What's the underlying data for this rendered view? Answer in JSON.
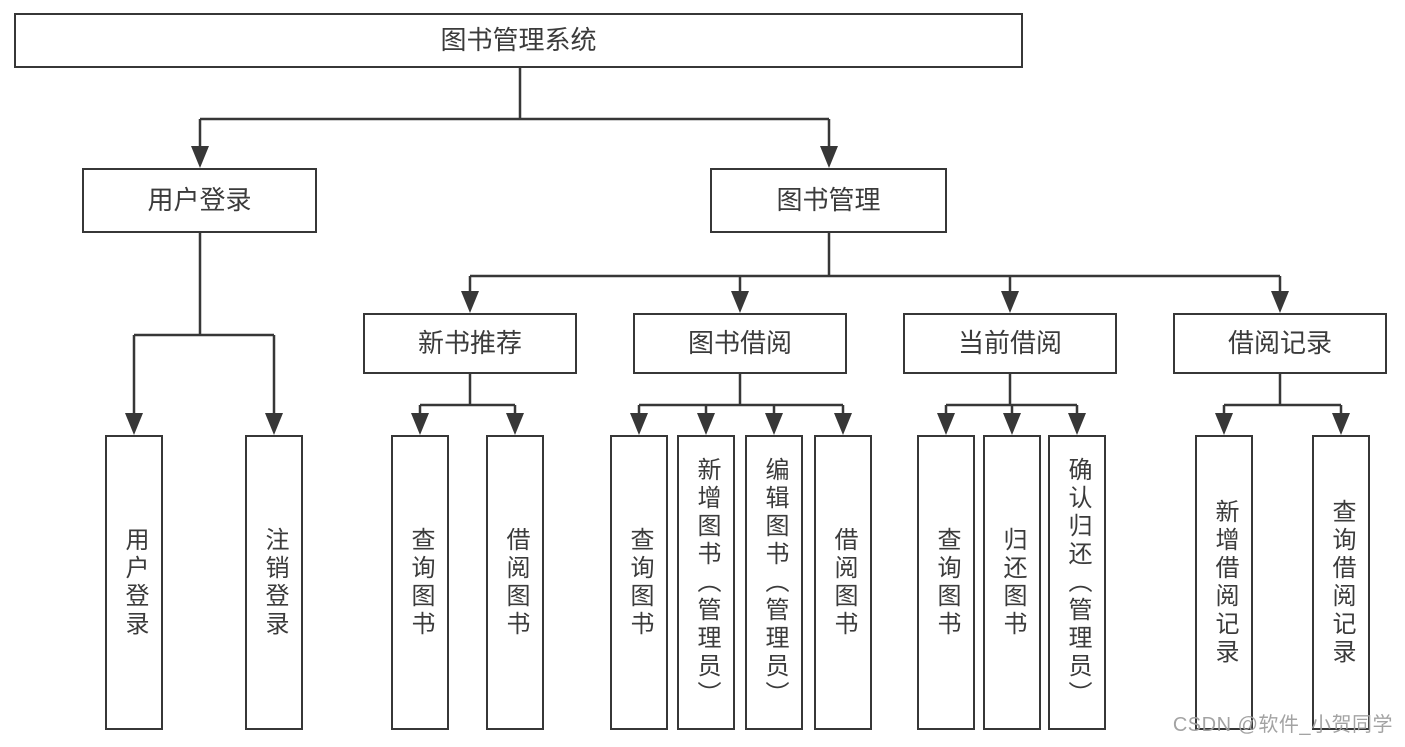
{
  "diagram_title": "图书管理系统",
  "tree": {
    "label": "图书管理系统",
    "children": [
      {
        "label": "用户登录",
        "children": [
          {
            "label": "用户登录"
          },
          {
            "label": "注销登录"
          }
        ]
      },
      {
        "label": "图书管理",
        "children": [
          {
            "label": "新书推荐",
            "children": [
              {
                "label": "查询图书"
              },
              {
                "label": "借阅图书"
              }
            ]
          },
          {
            "label": "图书借阅",
            "children": [
              {
                "label": "查询图书"
              },
              {
                "label": "新增图书（管理员）"
              },
              {
                "label": "编辑图书（管理员）"
              },
              {
                "label": "借阅图书"
              }
            ]
          },
          {
            "label": "当前借阅",
            "children": [
              {
                "label": "查询图书"
              },
              {
                "label": "归还图书"
              },
              {
                "label": "确认归还（管理员）"
              }
            ]
          },
          {
            "label": "借阅记录",
            "children": [
              {
                "label": "新增借阅记录"
              },
              {
                "label": "查询借阅记录"
              }
            ]
          }
        ]
      }
    ]
  },
  "watermark": {
    "text": "CSDN @软件_小贺同学"
  },
  "colors": {
    "line": "#373737",
    "box_border": "#373737",
    "text": "#3b3b3b",
    "watermark": "#9e9e9e",
    "background": "#ffffff"
  }
}
